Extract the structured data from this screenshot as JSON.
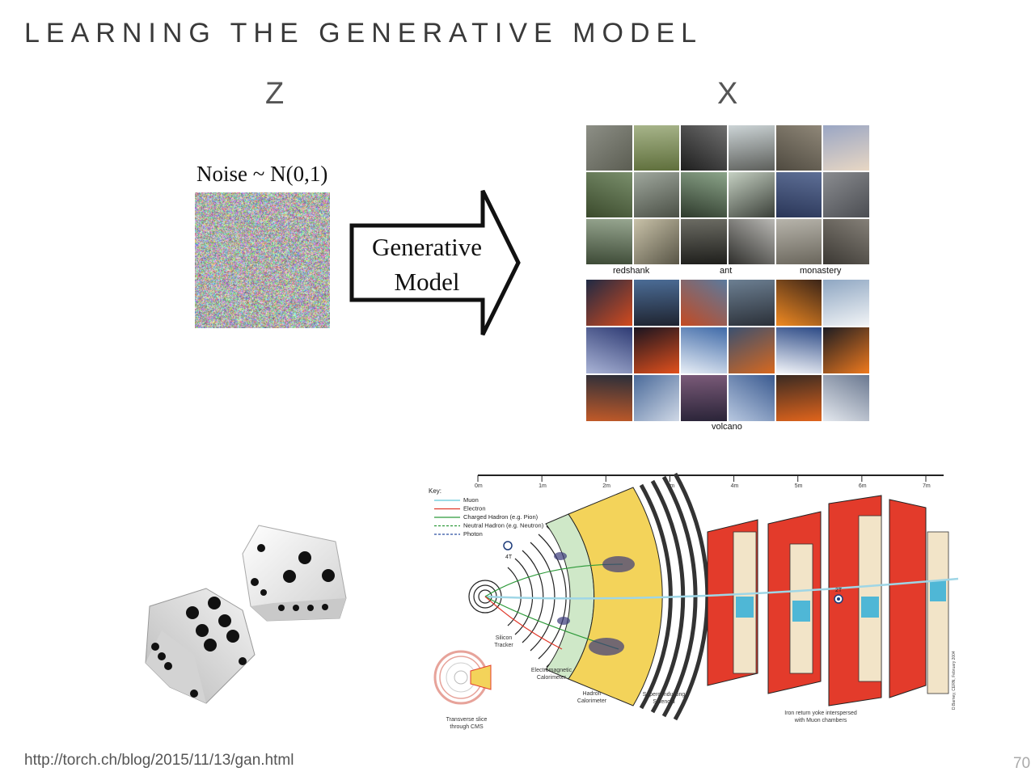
{
  "slide": {
    "title": "LEARNING THE GENERATIVE MODEL",
    "z_label": "Z",
    "x_label": "X",
    "noise_label": "Noise ~ N(0,1)",
    "model_label_line1": "Generative",
    "model_label_line2": "Model",
    "source_url": "http://torch.ch/blog/2015/11/13/gan.html",
    "page_number": "70"
  },
  "samples": {
    "top_captions": [
      "redshank",
      "ant",
      "monastery"
    ],
    "bottom_caption": "volcano"
  },
  "cms": {
    "scale": [
      "0m",
      "1m",
      "2m",
      "3m",
      "4m",
      "5m",
      "6m",
      "7m"
    ],
    "key_title": "Key:",
    "key_items": [
      {
        "label": "Muon",
        "color": "#5fc6d6"
      },
      {
        "label": "Electron",
        "color": "#e0382a"
      },
      {
        "label": "Charged Hadron (e.g. Pion)",
        "color": "#2e9a3a"
      },
      {
        "label": "Neutral Hadron (e.g. Neutron)",
        "color": "#2e9a3a"
      },
      {
        "label": "Photon",
        "color": "#2a4fa0"
      }
    ],
    "field_label": "4T",
    "field2_label": "2T",
    "labels": {
      "silicon_line1": "Silicon",
      "silicon_line2": "Tracker",
      "ecal_line1": "Electromagnetic",
      "ecal_line2": "Calorimeter",
      "hcal_line1": "Hadron",
      "hcal_line2": "Calorimeter",
      "solenoid_line1": "Superconducting",
      "solenoid_line2": "Solenoid",
      "yoke_line1": "Iron return yoke interspersed",
      "yoke_line2": "with Muon chambers",
      "slice_line1": "Transverse slice",
      "slice_line2": "through CMS"
    },
    "credit": "D.Barney, CERN, February 2004"
  }
}
